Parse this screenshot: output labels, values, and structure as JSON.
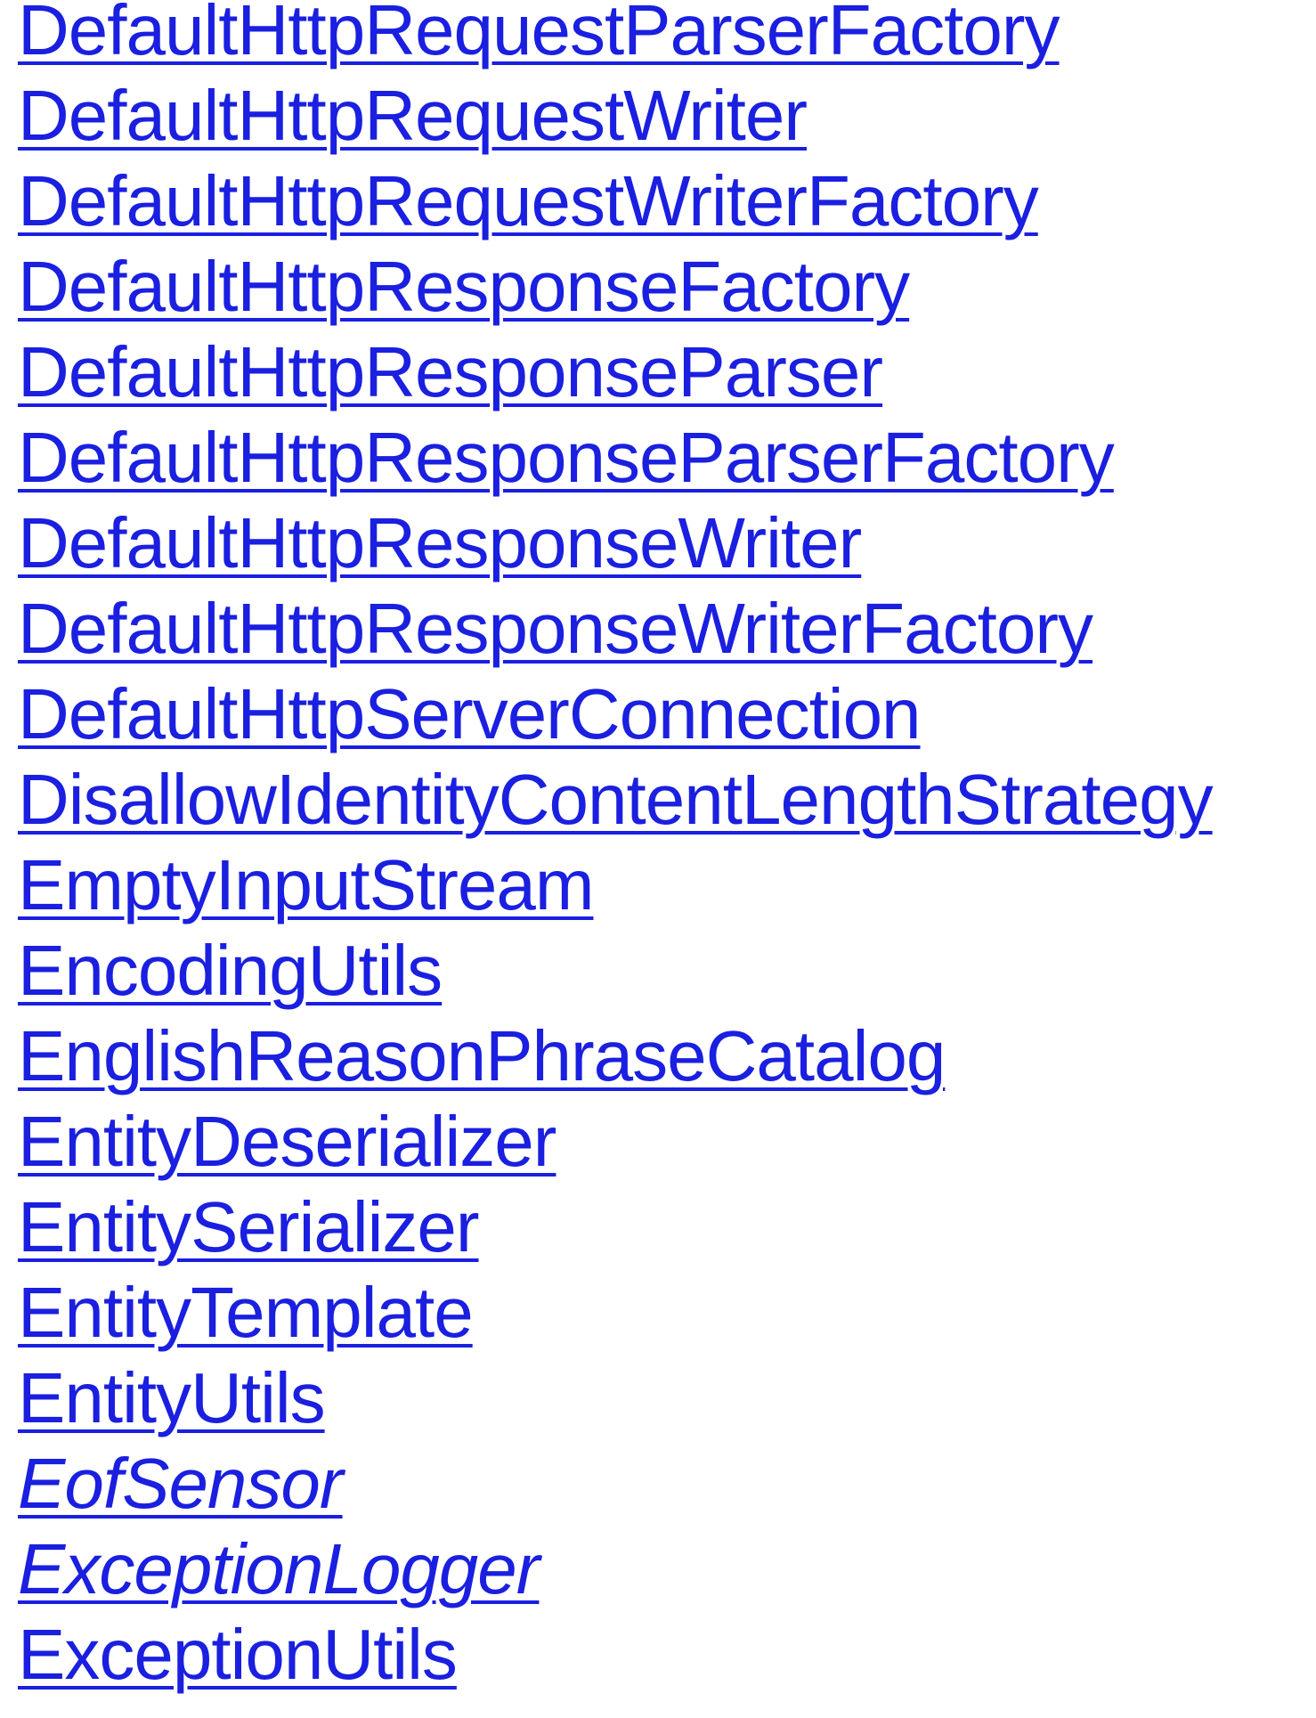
{
  "class_list": {
    "link_color": "#1a1fe0",
    "items": [
      {
        "label": "DefaultHttpRequestParserFactory",
        "italic": false
      },
      {
        "label": "DefaultHttpRequestWriter",
        "italic": false
      },
      {
        "label": "DefaultHttpRequestWriterFactory",
        "italic": false
      },
      {
        "label": "DefaultHttpResponseFactory",
        "italic": false
      },
      {
        "label": "DefaultHttpResponseParser",
        "italic": false
      },
      {
        "label": "DefaultHttpResponseParserFactory",
        "italic": false
      },
      {
        "label": "DefaultHttpResponseWriter",
        "italic": false
      },
      {
        "label": "DefaultHttpResponseWriterFactory",
        "italic": false
      },
      {
        "label": "DefaultHttpServerConnection",
        "italic": false
      },
      {
        "label": "DisallowIdentityContentLengthStrategy",
        "italic": false
      },
      {
        "label": "EmptyInputStream",
        "italic": false
      },
      {
        "label": "EncodingUtils",
        "italic": false
      },
      {
        "label": "EnglishReasonPhraseCatalog",
        "italic": false
      },
      {
        "label": "EntityDeserializer",
        "italic": false
      },
      {
        "label": "EntitySerializer",
        "italic": false
      },
      {
        "label": "EntityTemplate",
        "italic": false
      },
      {
        "label": "EntityUtils",
        "italic": false
      },
      {
        "label": "EofSensor",
        "italic": true
      },
      {
        "label": "ExceptionLogger",
        "italic": true
      },
      {
        "label": "ExceptionUtils",
        "italic": false
      }
    ]
  }
}
